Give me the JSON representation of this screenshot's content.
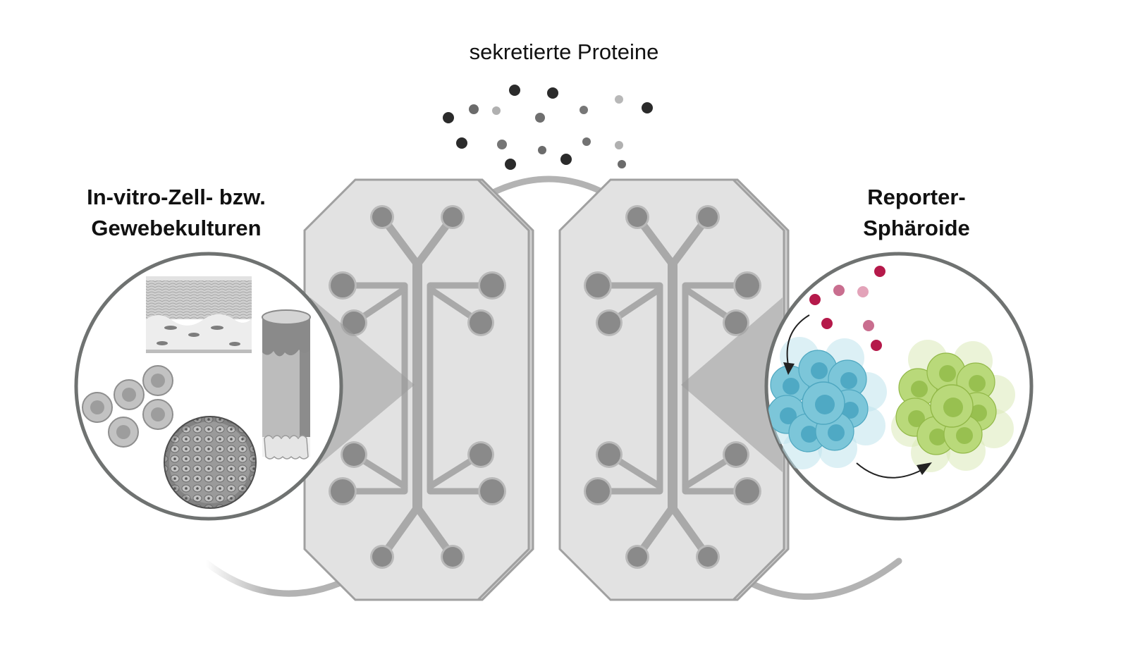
{
  "labels": {
    "secreted_proteins": "sekretierte Proteine",
    "culture_line1": "In-vitro-Zell- bzw.",
    "culture_line2": "Gewebekulturen",
    "reporter_line1": "Reporter-",
    "reporter_line2": "Sphäroide"
  },
  "colors": {
    "chip_fill": "#e2e2e2",
    "chip_border": "#a0a0a0",
    "channel": "#a9a9a9",
    "port": "#8a8a8a",
    "tube": "#b3b3b3",
    "reporter_blue": "#7cc6d9",
    "reporter_green": "#b9d97a",
    "reporter_signal": "#b5194a"
  }
}
